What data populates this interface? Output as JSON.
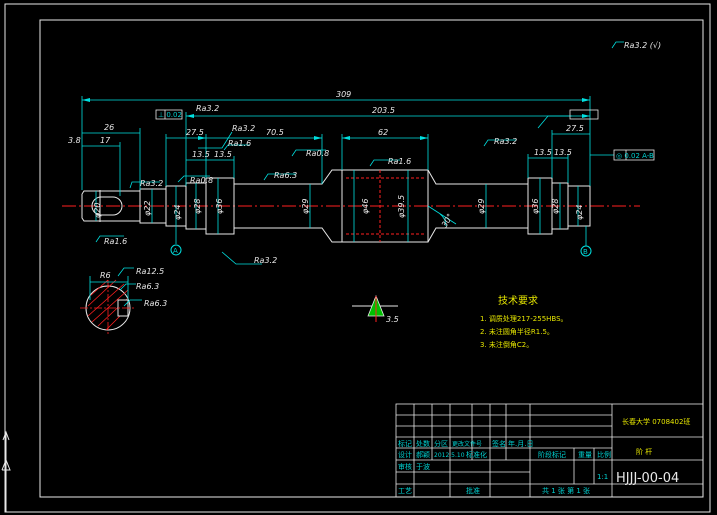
{
  "colors": {
    "background": "#000000",
    "outline": "#e8e8e8",
    "dimension": "#00e0e0",
    "centerline": "#ff2020",
    "hatch": "#00c000",
    "title_text": "#e6e600",
    "table_text": "#00d0d0"
  },
  "roughness": {
    "general": "Ra3.2 (√)",
    "r1": "Ra3.2",
    "r2": "Ra3.2",
    "r3": "Ra3.2",
    "r4": "Ra0.8",
    "r5": "Ra6.3",
    "r6": "Ra0.8",
    "r7": "Ra1.6",
    "r8": "Ra1.6",
    "r9": "Ra3.2",
    "r10": "Ra1.6",
    "r11": "Ra3.2",
    "r12": "Ra12.5",
    "r13": "Ra6.3",
    "r14": "Ra6.3",
    "hatch_value": "3.5"
  },
  "dimensions": {
    "total_length": "309",
    "d203_5": "203.5",
    "d26": "26",
    "d17": "17",
    "d3_8": "3.8",
    "d27_5_left": "27.5",
    "d70_5": "70.5",
    "d62": "62",
    "d27_5_right": "27.5",
    "d13_5_a": "13.5",
    "d13_5_b": "13.5",
    "d13_5_c": "13.5",
    "d13_5_d": "13.5",
    "dia_22": "φ22",
    "dia_24": "φ24",
    "dia_28": "φ28",
    "dia_36": "φ36",
    "dia_29": "φ29",
    "dia_46": "φ46",
    "dia_39_5": "φ39.5",
    "dia_29b": "φ29",
    "dia_36b": "φ36",
    "dia_28b": "φ28",
    "dia_24b": "φ24",
    "dia_20": "φ20",
    "angle": "30°",
    "key_width": "R6",
    "datum_a": "A",
    "datum_b": "B"
  },
  "geometric_tolerance": {
    "left": "⊥ 0.02",
    "right": "◎ 0.02 A-B"
  },
  "tech_requirements": {
    "title": "技术要求",
    "items": [
      "1. 调质处理217-255HBS。",
      "2. 未注圆角半径R1.5。",
      "3. 未注倒角C2。"
    ]
  },
  "title_block": {
    "school": "长春大学 0708402班",
    "part_name": "阶  杆",
    "drawing_no": "HJJJ-00-04",
    "stage_mark": "阶段标记",
    "weight": "重量",
    "scale": "比例",
    "scale_value": "1:1",
    "sheet": "共 1 张  第 1 张",
    "row_headers": [
      "标记",
      "处数",
      "分区",
      "更改文件号",
      "签名",
      "年.月.日"
    ],
    "design": "设计",
    "designer": "郝颖",
    "date": "2012.5.10",
    "standardize": "标准化",
    "review": "审核",
    "reviewer": "于波",
    "process": "工艺",
    "approve": "批准"
  }
}
